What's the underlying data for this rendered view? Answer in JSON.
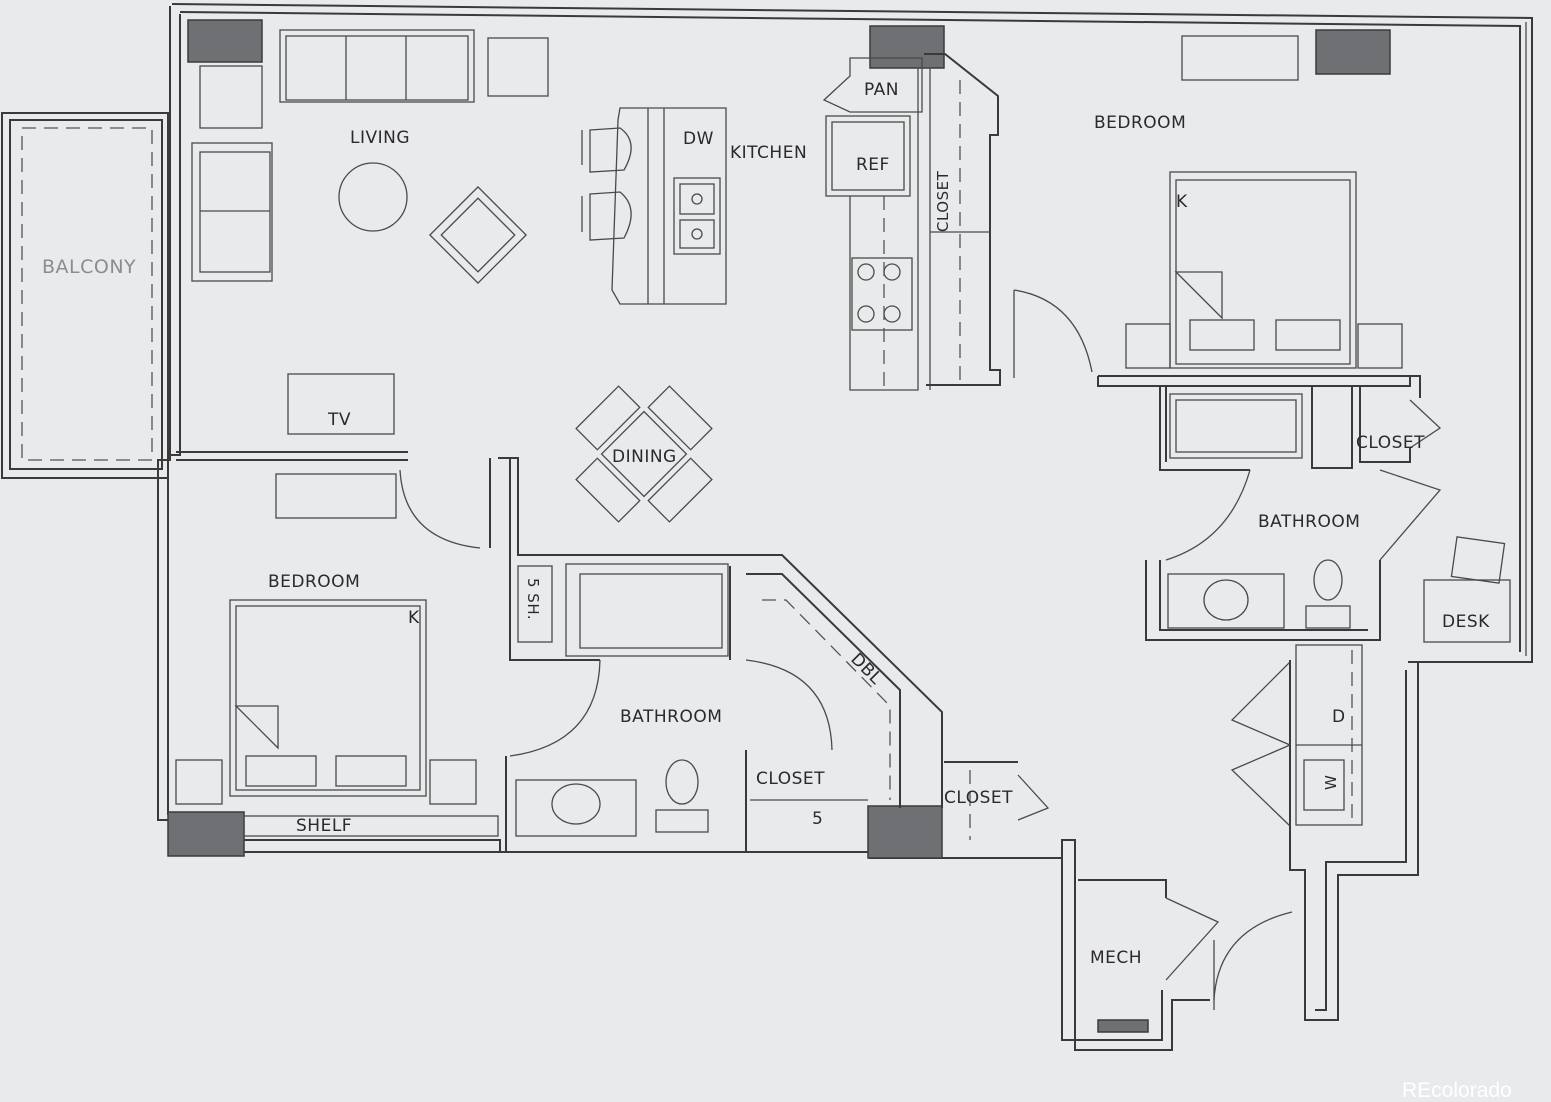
{
  "rooms": {
    "balcony": "BALCONY",
    "living": "LIVING",
    "kitchen": "KITCHEN",
    "dining": "DINING",
    "tv": "TV",
    "pantry": "PAN",
    "dishwasher": "DW",
    "refrigerator": "REF",
    "kitchen_closet": "CLOSET",
    "bedroom_1": "BEDROOM",
    "bed_1_size": "K",
    "bathroom_1": "BATHROOM",
    "closet_1": "CLOSET",
    "desk": "DESK",
    "bedroom_2": "BEDROOM",
    "bed_2_size": "K",
    "shower": "5 SH.",
    "bathroom_2": "BATHROOM",
    "closet_2": "CLOSET",
    "closet_2_shelf": "5",
    "double_rod": "DBL",
    "shelf": "SHELF",
    "hall_closet": "CLOSET",
    "mech": "MECH",
    "washer": "W",
    "dryer": "D"
  },
  "watermark": "REcolorado",
  "colors": {
    "background": "#e9eaec",
    "wall": "#3a3a3a",
    "column": "#6f7073"
  }
}
